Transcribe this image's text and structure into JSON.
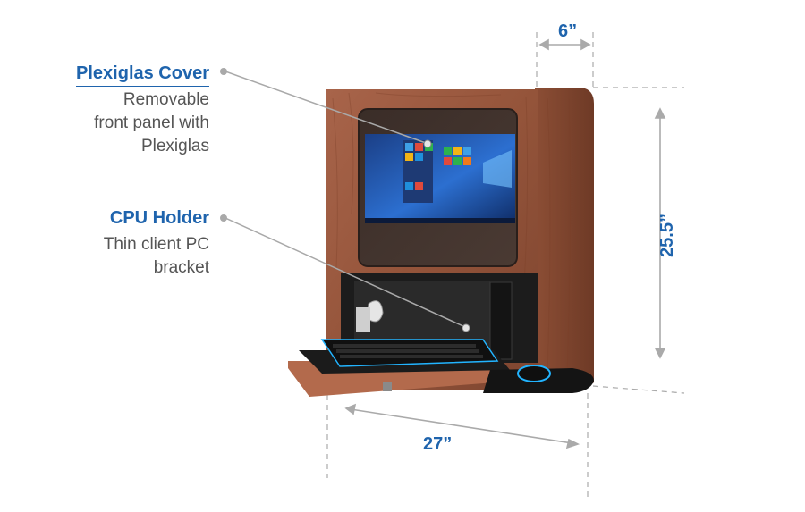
{
  "callouts": {
    "plexiglas": {
      "title": "Plexiglas Cover",
      "desc": "Removable\nfront panel with\nPlexiglas"
    },
    "cpu": {
      "title": "CPU Holder",
      "desc": "Thin client PC\nbracket"
    }
  },
  "dimensions": {
    "depth": "6”",
    "height": "25.5”",
    "width": "27”"
  },
  "colors": {
    "accent": "#1f64ad",
    "wood": "#9b5a3e",
    "text_gray": "#555555"
  }
}
